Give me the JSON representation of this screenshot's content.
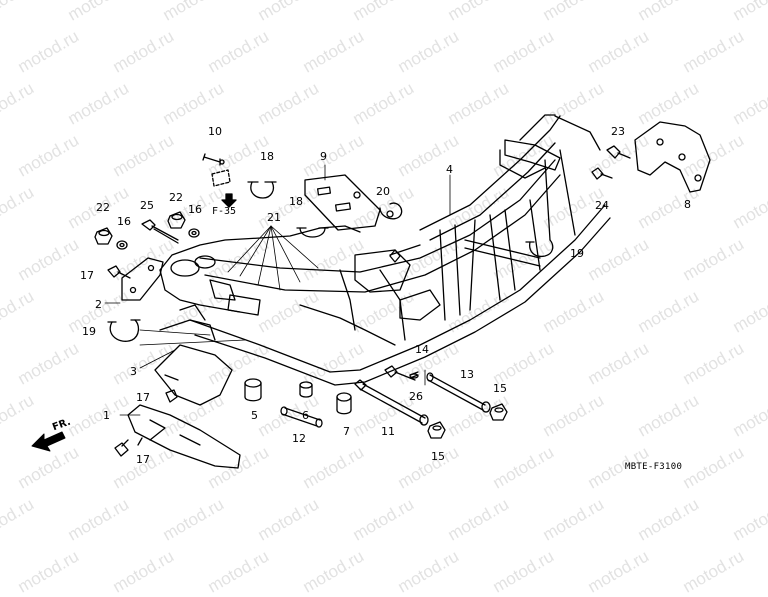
{
  "watermark": "motod.ru",
  "diagram_code": "MBTE-F3100",
  "page_reference": "F-35",
  "front_label": "FR.",
  "colors": {
    "line": "#000000",
    "background": "#ffffff",
    "watermark": "#bebebe"
  },
  "callouts": {
    "n1": "1",
    "n2": "2",
    "n3": "3",
    "n4": "4",
    "n5": "5",
    "n6": "6",
    "n7": "7",
    "n8": "8",
    "n9": "9",
    "n10": "10",
    "n11": "11",
    "n12": "12",
    "n13": "13",
    "n14": "14",
    "n15a": "15",
    "n15b": "15",
    "n16a": "16",
    "n16b": "16",
    "n17a": "17",
    "n17b": "17",
    "n17c": "17",
    "n18a": "18",
    "n18b": "18",
    "n19a": "19",
    "n19b": "19",
    "n20": "20",
    "n21": "21",
    "n22a": "22",
    "n22b": "22",
    "n23": "23",
    "n24": "24",
    "n25": "25",
    "n26": "26"
  }
}
